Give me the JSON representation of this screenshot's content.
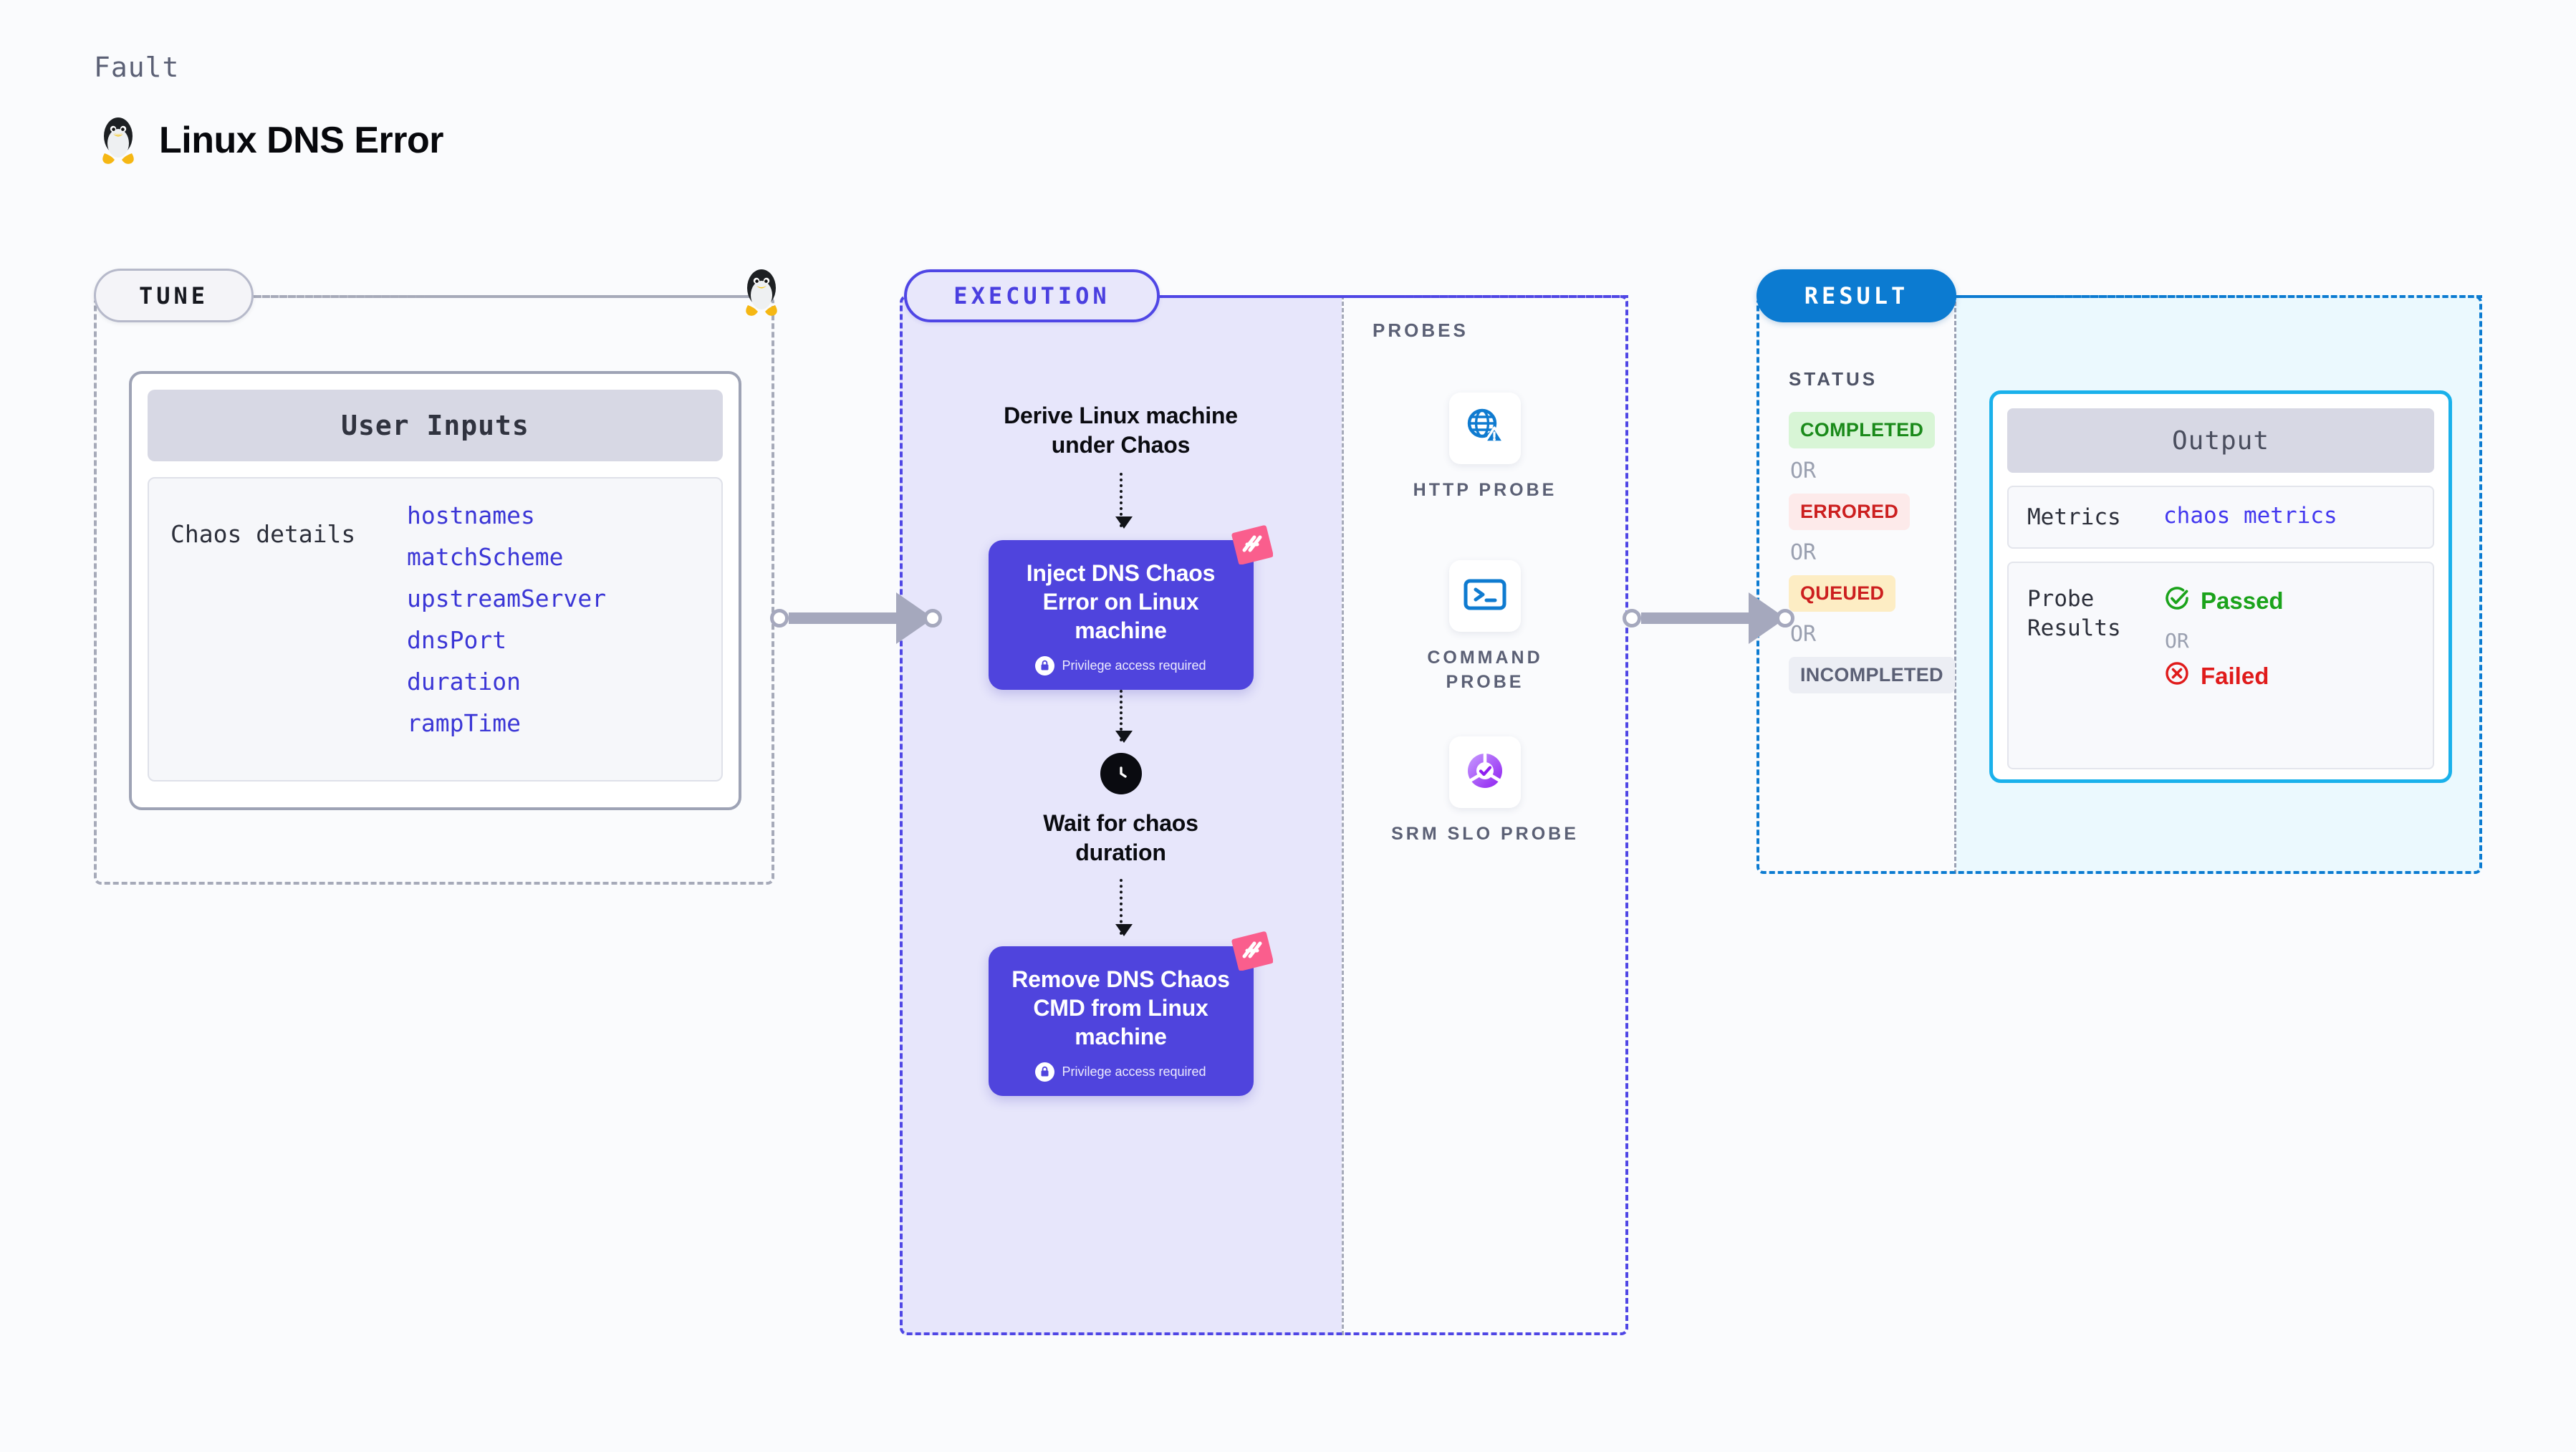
{
  "header": {
    "eyebrow": "Fault",
    "title": "Linux DNS Error",
    "icon": "linux-penguin-icon"
  },
  "tune": {
    "pill_label": "TUNE",
    "corner_icon": "linux-penguin-icon",
    "card": {
      "header": "User Inputs",
      "group_label": "Chaos details",
      "params": [
        "hostnames",
        "matchScheme",
        "upstreamServer",
        "dnsPort",
        "duration",
        "rampTime"
      ]
    }
  },
  "execution": {
    "pill_label": "EXECUTION",
    "steps": [
      {
        "type": "caption",
        "name": "derive-machine-step",
        "label": "Derive Linux machine under Chaos"
      },
      {
        "type": "chaos-card",
        "name": "inject-dns-chaos-step",
        "label": "Inject DNS Chaos Error on Linux machine",
        "privilege_note": "Privilege access required",
        "badge_icon": "harness-logo-icon",
        "lock_icon": "lock-icon"
      },
      {
        "type": "wait",
        "name": "wait-for-duration-step",
        "label": "Wait for chaos duration",
        "icon": "clock-icon"
      },
      {
        "type": "chaos-card",
        "name": "remove-dns-chaos-step",
        "label": "Remove DNS Chaos CMD from Linux machine",
        "privilege_note": "Privilege access required",
        "badge_icon": "harness-logo-icon",
        "lock_icon": "lock-icon"
      }
    ]
  },
  "probes": {
    "title": "PROBES",
    "items": [
      {
        "label": "HTTP PROBE",
        "icon": "globe-warning-icon"
      },
      {
        "label": "COMMAND PROBE",
        "icon": "terminal-icon"
      },
      {
        "label": "SRM SLO PROBE",
        "icon": "slo-check-icon"
      }
    ]
  },
  "result": {
    "pill_label": "RESULT",
    "status_title": "STATUS",
    "or_label": "OR",
    "statuses": [
      {
        "label": "COMPLETED",
        "color": "#1a8a1a",
        "bg": "#d8f5d6"
      },
      {
        "label": "ERRORED",
        "color": "#cc1f1f",
        "bg": "#fdeaea"
      },
      {
        "label": "QUEUED",
        "color": "#cc1f1f",
        "bg": "#fdedc4"
      },
      {
        "label": "INCOMPLETED",
        "color": "#5b6075",
        "bg": "#eceef4"
      }
    ],
    "output": {
      "header": "Output",
      "metrics_key": "Metrics",
      "metrics_value": "chaos metrics",
      "probe_key": "Probe Results",
      "passed_label": "Passed",
      "failed_label": "Failed",
      "or_label": "OR",
      "passed_icon": "check-circle-icon",
      "failed_icon": "x-circle-icon",
      "passed_color": "#1ba31b",
      "failed_color": "#e01b1b"
    }
  },
  "connectors": [
    {
      "name": "tune-to-execution-arrow",
      "icon": "arrow-right-icon"
    },
    {
      "name": "execution-to-result-arrow",
      "icon": "arrow-right-icon"
    }
  ],
  "colors": {
    "indigo": "#4f46e5",
    "chaos_card": "#4f44dd",
    "result_blue": "#0c7bd1",
    "output_cyan": "#1ab1eb",
    "harness_pink": "#fa5e8d"
  }
}
